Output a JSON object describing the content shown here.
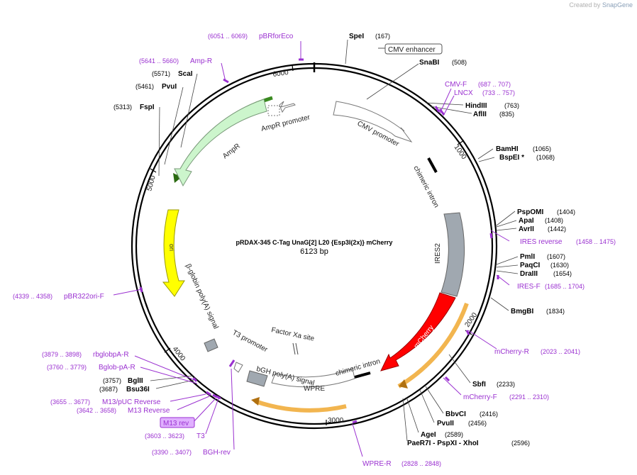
{
  "header": {
    "credit_prefix": "Created by",
    "credit_brand": "SnapGene"
  },
  "plasmid": {
    "name": "pRDAX-345     C-Tag UnaG[2] L20 {Esp3I(2x)} mCherry",
    "size": "6123 bp"
  },
  "ticks": [
    "1000",
    "2000",
    "3000",
    "4000",
    "5000",
    "6000"
  ],
  "sites": {
    "spei": {
      "name": "SpeI",
      "pos": "(167)"
    },
    "snabi": {
      "name": "SnaBI",
      "pos": "(508)"
    },
    "hindiii": {
      "name": "HindIII",
      "pos": "(763)"
    },
    "aflii": {
      "name": "AflII",
      "pos": "(835)"
    },
    "bamhi": {
      "name": "BamHI",
      "pos": "(1065)"
    },
    "bspei": {
      "name": "BspEI *",
      "pos": "(1068)"
    },
    "pspomi": {
      "name": "PspOMI",
      "pos": "(1404)"
    },
    "apai": {
      "name": "ApaI",
      "pos": "(1408)"
    },
    "avrii": {
      "name": "AvrII",
      "pos": "(1442)"
    },
    "pmli": {
      "name": "PmlI",
      "pos": "(1607)"
    },
    "paqci": {
      "name": "PaqCI",
      "pos": "(1630)"
    },
    "draiii": {
      "name": "DraIII",
      "pos": "(1654)"
    },
    "bmgbi": {
      "name": "BmgBI",
      "pos": "(1834)"
    },
    "sbfi": {
      "name": "SbfI",
      "pos": "(2233)"
    },
    "bbvci": {
      "name": "BbvCI",
      "pos": "(2416)"
    },
    "pvuii": {
      "name": "PvuII",
      "pos": "(2456)"
    },
    "agei": {
      "name": "AgeI",
      "pos": "(2589)"
    },
    "paer7i": {
      "name": "PaeR7I - PspXI - XhoI",
      "pos": "(2596)"
    },
    "bglii": {
      "name": "BglII",
      "pos": "(3757)"
    },
    "bsu36i": {
      "name": "Bsu36I",
      "pos": "(3687)"
    },
    "fspi": {
      "name": "FspI",
      "pos": "(5313)"
    },
    "pvui": {
      "name": "PvuI",
      "pos": "(5461)"
    },
    "scai": {
      "name": "ScaI",
      "pos": "(5571)"
    }
  },
  "primers": {
    "pbrforeco": {
      "name": "pBRforEco",
      "pos": "(6051 .. 6069)"
    },
    "ampr": {
      "name": "Amp-R",
      "pos": "(5641 .. 5660)"
    },
    "cmvf": {
      "name": "CMV-F",
      "pos": "(687 .. 707)"
    },
    "lncx": {
      "name": "LNCX",
      "pos": "(733 .. 757)"
    },
    "iresrev": {
      "name": "IRES reverse",
      "pos": "(1458 .. 1475)"
    },
    "iresf": {
      "name": "IRES-F",
      "pos": "(1685 .. 1704)"
    },
    "mcherryr": {
      "name": "mCherry-R",
      "pos": "(2023 .. 2041)"
    },
    "mcherryf": {
      "name": "mCherry-F",
      "pos": "(2291 .. 2310)"
    },
    "wprer": {
      "name": "WPRE-R",
      "pos": "(2828 .. 2848)"
    },
    "pbr322ori": {
      "name": "pBR322ori-F",
      "pos": "(4339 .. 4358)"
    },
    "rbglobpa": {
      "name": "rbglobpA-R",
      "pos": "(3879 .. 3898)"
    },
    "bglobpa": {
      "name": "Bglob-pA-R",
      "pos": "(3760 .. 3779)"
    },
    "m13puc": {
      "name": "M13/pUC Reverse",
      "pos": "(3655 .. 3677)"
    },
    "m13rev": {
      "name": "M13 Reverse",
      "pos": "(3642 .. 3658)"
    },
    "m13revbox": {
      "name": "M13 rev"
    },
    "t3": {
      "name": "T3",
      "pos": "(3603 .. 3623)"
    },
    "bghrev": {
      "name": "BGH-rev",
      "pos": "(3390 .. 3407)"
    }
  },
  "features": {
    "cmv_enhancer": "CMV enhancer",
    "cmv_promoter": "CMV promoter",
    "chimeric_intron_1": "chimeric intron",
    "ires2": "IRES2",
    "mcherry": "mCherry",
    "chimeric_intron_2": "chimeric intron",
    "wpre": "WPRE",
    "bgh_polya": "bGH poly(A) signal",
    "factor_xa": "Factor Xa site",
    "t3_promoter": "T3 promoter",
    "beta_globin": "β-globin poly(A) signal",
    "ori": "ori",
    "ampr": "AmpR",
    "ampr_promoter": "AmpR promoter"
  },
  "colors": {
    "ori": "#ffff00",
    "ampr": "#ccf5cc",
    "mcherry": "#ff0000",
    "ires2": "#a0a8b0",
    "primer": "#9a30d0",
    "orf_track": "#f0a830",
    "ampr_track": "#3a8a20"
  }
}
